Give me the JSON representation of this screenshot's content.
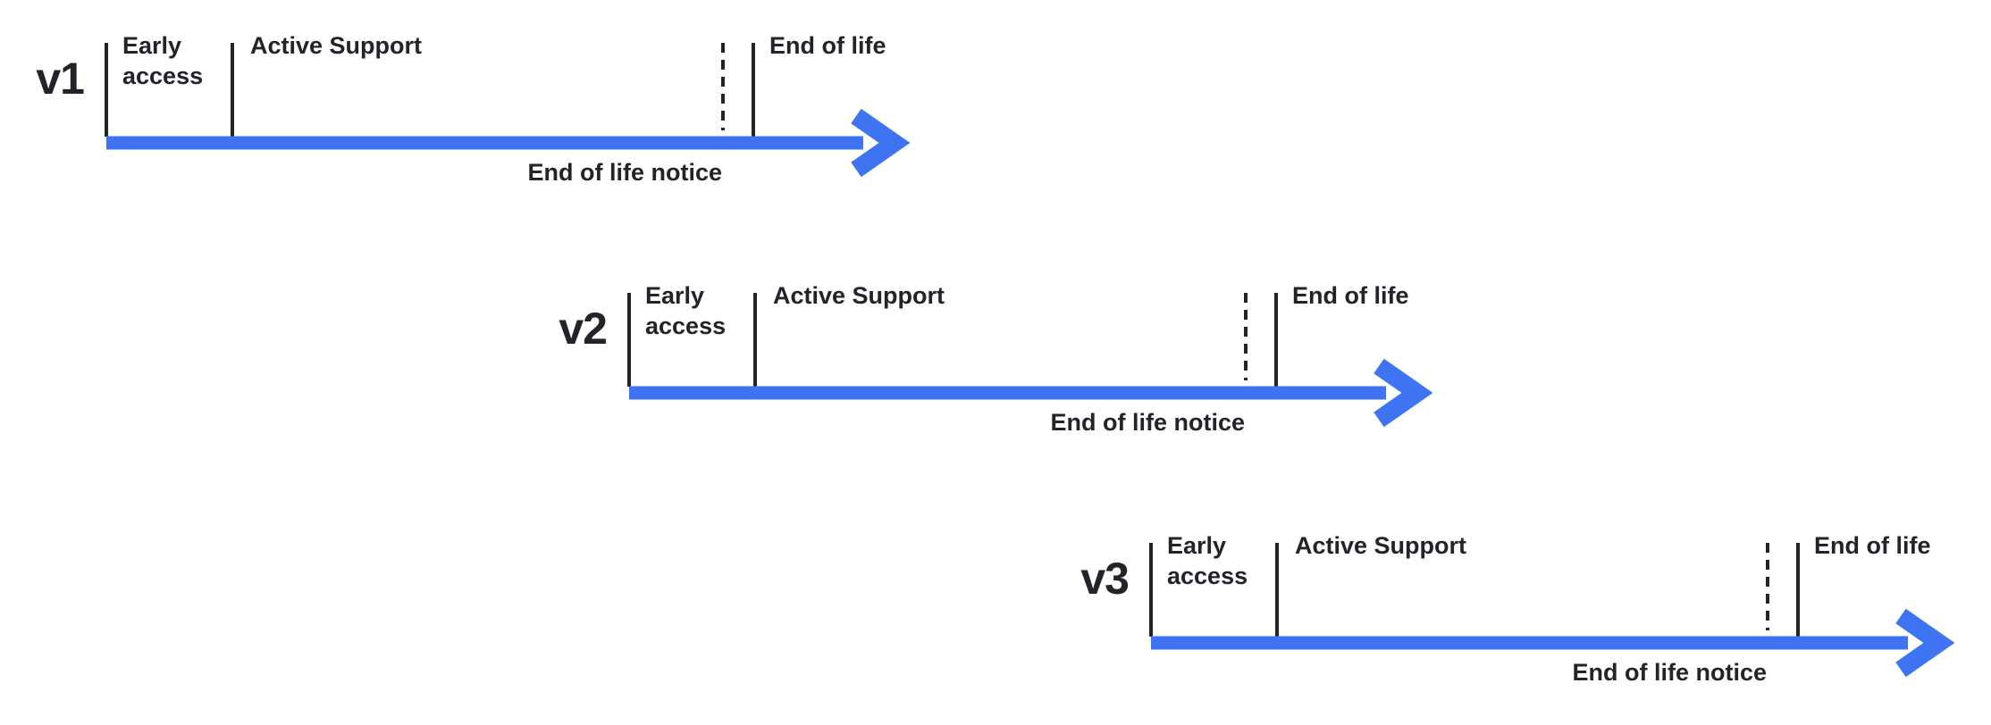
{
  "colors": {
    "arrow_blue": "#3e74f1",
    "ink": "#212428"
  },
  "timelines": [
    {
      "version": "v1",
      "early_access": "Early access",
      "active_support": "Active Support",
      "end_of_life": "End of life",
      "end_of_life_notice": "End of life notice"
    },
    {
      "version": "v2",
      "early_access": "Early access",
      "active_support": "Active Support",
      "end_of_life": "End of life",
      "end_of_life_notice": "End of life notice"
    },
    {
      "version": "v3",
      "early_access": "Early access",
      "active_support": "Active Support",
      "end_of_life": "End of life",
      "end_of_life_notice": "End of life notice"
    }
  ]
}
